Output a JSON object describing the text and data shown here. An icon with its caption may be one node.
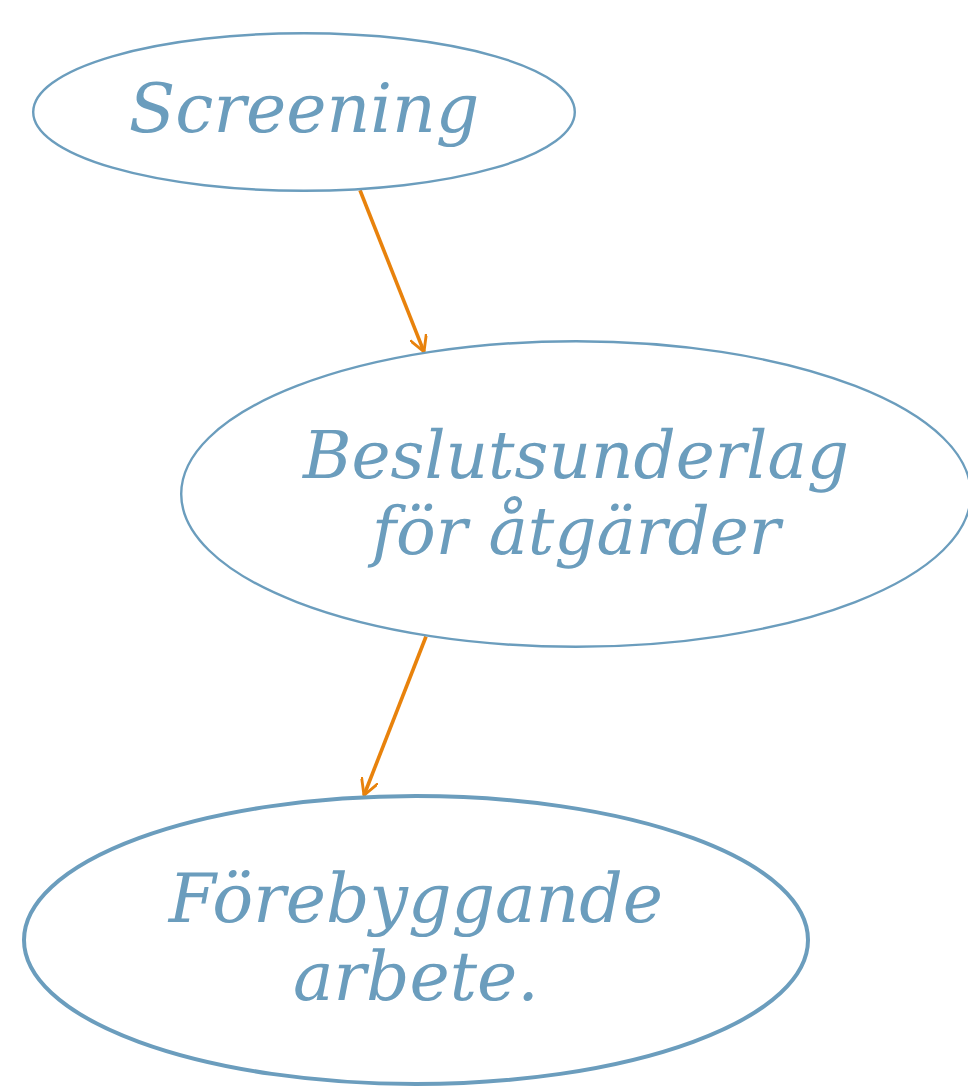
{
  "diagram": {
    "nodes": [
      {
        "text": [
          "Screening"
        ]
      },
      {
        "text": [
          "Beslutsunderlag för åtgärder"
        ]
      },
      {
        "text": [
          "Förebyggande arbete."
        ]
      }
    ],
    "edges": [
      {
        "from": 0,
        "to": 1,
        "arrow": "to"
      },
      {
        "from": 1,
        "to": 2,
        "arrow": "to"
      }
    ]
  }
}
